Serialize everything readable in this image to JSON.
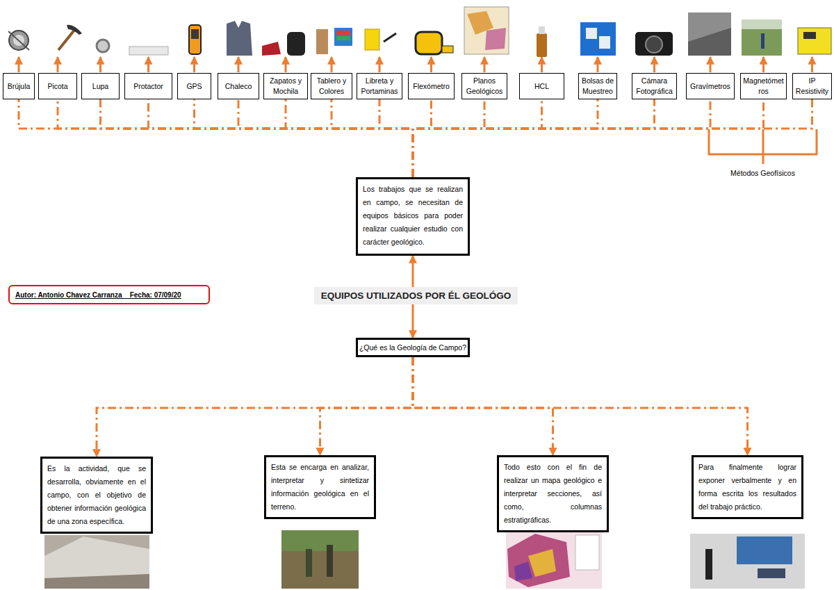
{
  "diagram": {
    "nodes": [
      {
        "text": [
          "Brújula"
        ]
      },
      {
        "text": [
          "Picota"
        ]
      },
      {
        "text": [
          "Lupa"
        ]
      },
      {
        "text": [
          "Protactor"
        ]
      },
      {
        "text": [
          "GPS"
        ]
      },
      {
        "text": [
          "Chaleco"
        ]
      },
      {
        "text": [
          "Zapatos y Mochila"
        ]
      },
      {
        "text": [
          "Tablero y Colores"
        ]
      },
      {
        "text": [
          "Libreta y Portaminas"
        ]
      },
      {
        "text": [
          "Flexómetro"
        ]
      },
      {
        "text": [
          "Planos Geológicos"
        ]
      },
      {
        "text": [
          "HCL"
        ]
      },
      {
        "text": [
          "Bolsas de Muestreo"
        ]
      },
      {
        "text": [
          "Cámara Fotográfica"
        ]
      },
      {
        "text": [
          "Gravímetros"
        ]
      },
      {
        "text": [
          "Magnetómetros"
        ]
      },
      {
        "text": [
          "IP Resistivity"
        ]
      },
      {
        "text": [
          "Los trabajos que se realizan en campo, se necesitan de equipos básicos para poder realizar cualquier estudio con carácter geológico."
        ]
      },
      {
        "text": [
          "Autor: Antonio Chavez Carranza    Fecha: 07/09/20"
        ]
      },
      {
        "text": [
          "EQUIPOS UTILIZADOS POR ÉL GEOLÓGO"
        ]
      },
      {
        "text": [
          "¿Qué es la Geología de Campo?"
        ]
      },
      {
        "text": [
          "Es la actividad, que se desarrolla, obviamente en el campo, con el objetivo de obtener información geológica de una zona específica."
        ]
      },
      {
        "text": [
          "Esta se encarga en analizar, interpretar y sintetizar información geológica en el terreno."
        ]
      },
      {
        "text": [
          "Todo esto con el fin de realizar un mapa geológico e interpretar secciones, así como, columnas estratigráficas."
        ]
      },
      {
        "text": [
          "Para finalmente lograr exponer verbalmente y en forma escrita los resultados del trabajo práctico."
        ]
      }
    ],
    "edges": [
      {
        "from": 17,
        "to": 0,
        "arrow": "none"
      },
      {
        "from": 17,
        "to": 1,
        "arrow": "none"
      },
      {
        "from": 17,
        "to": 2,
        "arrow": "none"
      },
      {
        "from": 17,
        "to": 3,
        "arrow": "none"
      },
      {
        "from": 17,
        "to": 4,
        "arrow": "none"
      },
      {
        "from": 17,
        "to": 5,
        "arrow": "none"
      },
      {
        "from": 17,
        "to": 6,
        "arrow": "none"
      },
      {
        "from": 17,
        "to": 7,
        "arrow": "none"
      },
      {
        "from": 17,
        "to": 8,
        "arrow": "none"
      },
      {
        "from": 17,
        "to": 9,
        "arrow": "none"
      },
      {
        "from": 17,
        "to": 10,
        "arrow": "none"
      },
      {
        "from": 17,
        "to": 11,
        "arrow": "none"
      },
      {
        "from": 17,
        "to": 12,
        "arrow": "none"
      },
      {
        "from": 17,
        "to": 13,
        "arrow": "none"
      },
      {
        "from": 17,
        "to": 14,
        "arrow": "none"
      },
      {
        "from": 17,
        "to": 15,
        "arrow": "none"
      },
      {
        "from": 17,
        "to": 16,
        "arrow": "none"
      },
      {
        "from": 19,
        "to": 17,
        "arrow": "to"
      },
      {
        "from": 19,
        "to": 20,
        "arrow": "to"
      },
      {
        "from": 20,
        "to": 21,
        "arrow": "to"
      },
      {
        "from": 20,
        "to": 22,
        "arrow": "to"
      },
      {
        "from": 20,
        "to": 23,
        "arrow": "to"
      },
      {
        "from": 20,
        "to": 24,
        "arrow": "to"
      }
    ],
    "labels": [
      "Métodos Geofísicos"
    ]
  }
}
